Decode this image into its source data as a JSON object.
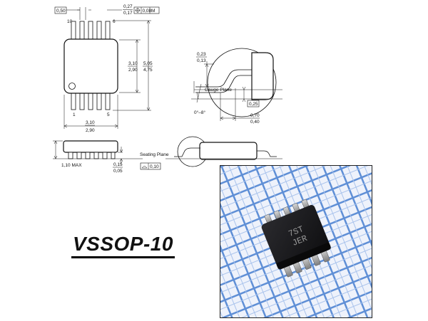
{
  "package": {
    "name": "VSSOP-10"
  },
  "top_view": {
    "pin_pitch": "0,50",
    "lead_width_max": "0,27",
    "lead_width_min": "0,17",
    "position_tol": "0,08",
    "pin_top_left": "10",
    "pin_top_right": "6",
    "pin_bottom_left": "1",
    "pin_bottom_right": "5",
    "body_length_max": "3,10",
    "body_length_min": "2,90",
    "overall_width_max": "5,05",
    "overall_width_min": "4,75",
    "body_width_max": "3,10",
    "body_width_min": "2,90"
  },
  "side_view": {
    "height_max": "1,10 MAX",
    "standoff_max": "0,15",
    "standoff_min": "0,05",
    "seating_plane": "Seating Plane",
    "coplanarity": "0,10"
  },
  "lead_detail": {
    "lead_thickness_max": "0,23",
    "lead_thickness_min": "0,13",
    "gauge_plane": "Gauge Plane",
    "gauge_height": "0,25",
    "angle": "0°–8°",
    "foot_length_max": "0,70",
    "foot_length_min": "0,40"
  },
  "photo": {
    "marking_line1": "7ST",
    "marking_line2": "JER"
  },
  "colors": {
    "grid_blue": "#5f8fd6",
    "paper": "#eef2fb",
    "chip": "#1b1b1d"
  }
}
